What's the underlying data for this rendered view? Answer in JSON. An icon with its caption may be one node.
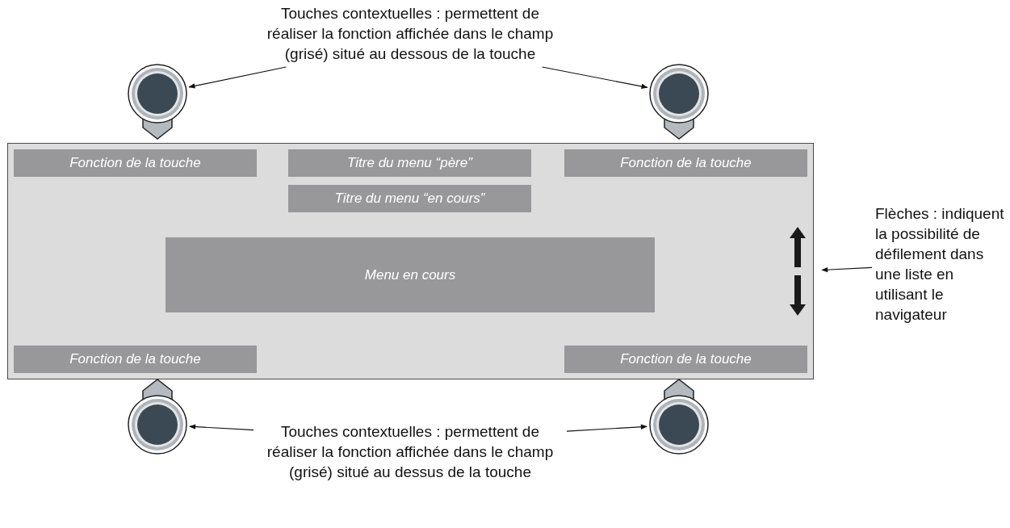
{
  "diagram": {
    "nodes": [
      {
        "text": [
          "Touches contextuelles : permettent de réaliser la fonction affichée dans le champ (grisé) situé au dessous de la touche"
        ]
      },
      {
        "text": [],
        "shape": "button"
      },
      {
        "text": [],
        "shape": "button"
      },
      {
        "text": [],
        "shape": "box"
      },
      {
        "text": [
          "Fonction de la touche"
        ],
        "in": 3
      },
      {
        "text": [
          "Titre du menu “père”"
        ],
        "in": 3
      },
      {
        "text": [
          "Fonction de la touche"
        ],
        "in": 3
      },
      {
        "text": [
          "Titre du menu “en cours”"
        ],
        "in": 3
      },
      {
        "text": [
          "Menu en cours"
        ],
        "in": 3
      },
      {
        "text": [],
        "shape": "arrows",
        "in": 3
      },
      {
        "text": [
          "Fonction de la touche"
        ],
        "in": 3
      },
      {
        "text": [
          "Fonction de la touche"
        ],
        "in": 3
      },
      {
        "text": [
          "Flèches : indiquent la possibilité de défilement dans une liste en utilisant le navigateur"
        ]
      },
      {
        "text": [],
        "shape": "button"
      },
      {
        "text": [],
        "shape": "button"
      },
      {
        "text": [
          "Touches contextuelles : permettent de réaliser la fonction affichée dans le champ (grisé) situé au dessus de la touche"
        ]
      }
    ],
    "edges": [
      {
        "from": 0,
        "to": 1,
        "arrow": "to"
      },
      {
        "from": 0,
        "to": 2,
        "arrow": "to"
      },
      {
        "from": 12,
        "to": 9,
        "arrow": "to"
      },
      {
        "from": 15,
        "to": 13,
        "arrow": "to"
      },
      {
        "from": 15,
        "to": 14,
        "arrow": "to"
      }
    ]
  }
}
